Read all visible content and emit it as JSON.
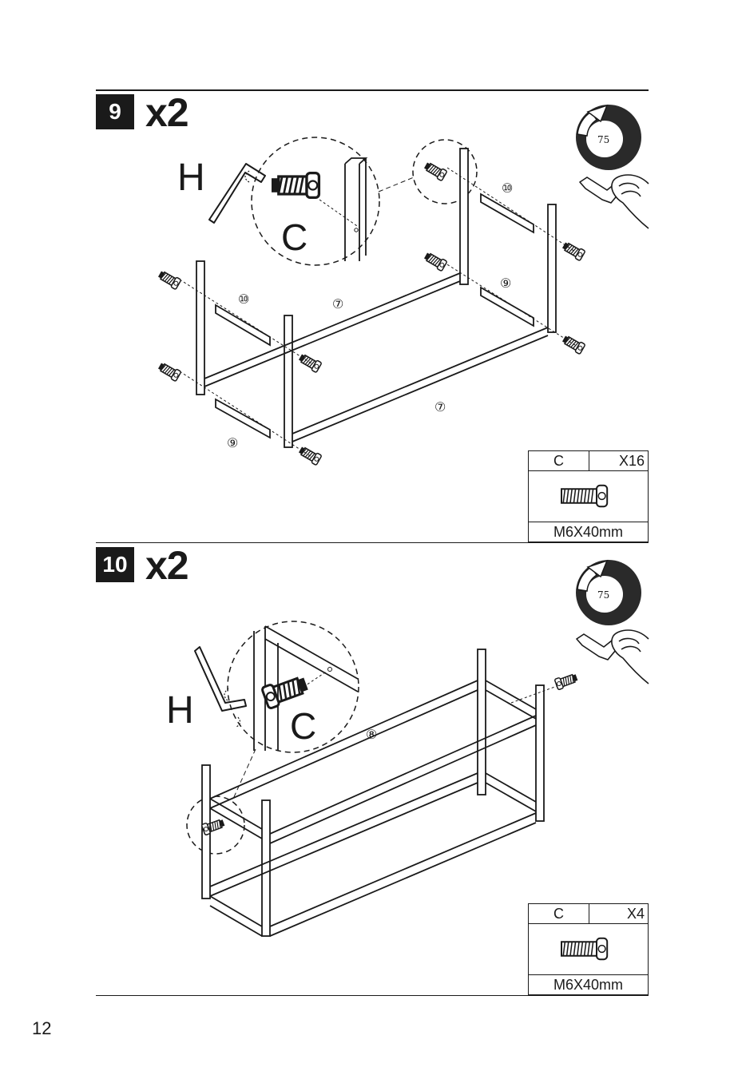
{
  "steps": [
    {
      "number": "9",
      "multiplier": "x2",
      "tool_label": "H",
      "screw_label": "C",
      "part_labels": [
        "⑩",
        "⑦",
        "⑨",
        "⑩",
        "⑨",
        "⑦",
        "⑨"
      ],
      "torque_value": "75",
      "hardware": {
        "code": "C",
        "quantity": "X16",
        "size": "M6X40mm"
      }
    },
    {
      "number": "10",
      "multiplier": "x2",
      "tool_label": "H",
      "screw_label": "C",
      "part_labels": [
        "⑧"
      ],
      "torque_value": "75",
      "hardware": {
        "code": "C",
        "quantity": "X4",
        "size": "M6X40mm"
      }
    }
  ],
  "page_number": "12",
  "icons": [
    "allen-key-icon",
    "torque-dial-icon",
    "hand-icon",
    "bolt-icon"
  ]
}
